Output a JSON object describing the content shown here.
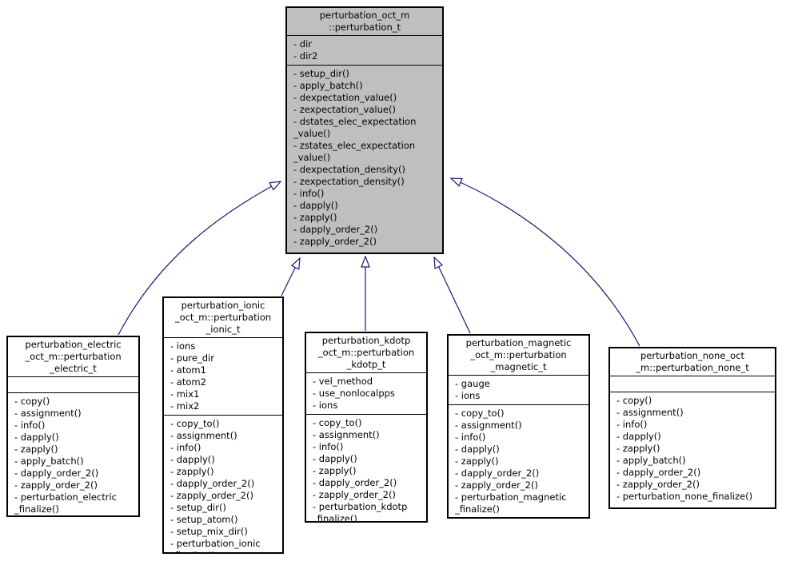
{
  "colors": {
    "node_border": "#000000",
    "node_fill": "#ffffff",
    "base_node_fill": "#bfbfbf",
    "arrow": "#191970",
    "text": "#000000"
  },
  "classes": {
    "base": {
      "title": "perturbation_oct_m\n::perturbation_t",
      "attributes": [
        "- dir",
        "- dir2"
      ],
      "methods": [
        "- setup_dir()",
        "- apply_batch()",
        "- dexpectation_value()",
        "- zexpectation_value()",
        "- dstates_elec_expectation",
        "_value()",
        "- zstates_elec_expectation",
        "_value()",
        "- dexpectation_density()",
        "- zexpectation_density()",
        "- info()",
        "- dapply()",
        "- zapply()",
        "- dapply_order_2()",
        "- zapply_order_2()"
      ]
    },
    "electric": {
      "title": "perturbation_electric\n_oct_m::perturbation\n_electric_t",
      "attributes": [],
      "methods": [
        "- copy()",
        "- assignment()",
        "- info()",
        "- dapply()",
        "- zapply()",
        "- apply_batch()",
        "- dapply_order_2()",
        "- zapply_order_2()",
        "- perturbation_electric",
        "_finalize()"
      ]
    },
    "ionic": {
      "title": "perturbation_ionic\n_oct_m::perturbation\n_ionic_t",
      "attributes": [
        "- ions",
        "- pure_dir",
        "- atom1",
        "- atom2",
        "- mix1",
        "- mix2"
      ],
      "methods": [
        "- copy_to()",
        "- assignment()",
        "- info()",
        "- dapply()",
        "- zapply()",
        "- dapply_order_2()",
        "- zapply_order_2()",
        "- setup_dir()",
        "- setup_atom()",
        "- setup_mix_dir()",
        "- perturbation_ionic",
        "_finalize()"
      ]
    },
    "kdotp": {
      "title": "perturbation_kdotp\n_oct_m::perturbation\n_kdotp_t",
      "attributes": [
        "- vel_method",
        "- use_nonlocalpps",
        "- ions"
      ],
      "methods": [
        "- copy_to()",
        "- assignment()",
        "- info()",
        "- dapply()",
        "- zapply()",
        "- dapply_order_2()",
        "- zapply_order_2()",
        "- perturbation_kdotp",
        "_finalize()"
      ]
    },
    "magnetic": {
      "title": "perturbation_magnetic\n_oct_m::perturbation\n_magnetic_t",
      "attributes": [
        "- gauge",
        "- ions"
      ],
      "methods": [
        "- copy_to()",
        "- assignment()",
        "- info()",
        "- dapply()",
        "- zapply()",
        "- dapply_order_2()",
        "- zapply_order_2()",
        "- perturbation_magnetic",
        "_finalize()"
      ]
    },
    "none": {
      "title": "perturbation_none_oct\n_m::perturbation_none_t",
      "attributes": [],
      "methods": [
        "- copy()",
        "- assignment()",
        "- info()",
        "- dapply()",
        "- zapply()",
        "- apply_batch()",
        "- dapply_order_2()",
        "- zapply_order_2()",
        "- perturbation_none_finalize()"
      ]
    }
  },
  "relationships": [
    {
      "from": "perturbation_electric_oct_m::perturbation_electric_t",
      "to": "perturbation_oct_m::perturbation_t",
      "type": "inheritance"
    },
    {
      "from": "perturbation_ionic_oct_m::perturbation_ionic_t",
      "to": "perturbation_oct_m::perturbation_t",
      "type": "inheritance"
    },
    {
      "from": "perturbation_kdotp_oct_m::perturbation_kdotp_t",
      "to": "perturbation_oct_m::perturbation_t",
      "type": "inheritance"
    },
    {
      "from": "perturbation_magnetic_oct_m::perturbation_magnetic_t",
      "to": "perturbation_oct_m::perturbation_t",
      "type": "inheritance"
    },
    {
      "from": "perturbation_none_oct_m::perturbation_none_t",
      "to": "perturbation_oct_m::perturbation_t",
      "type": "inheritance"
    }
  ]
}
